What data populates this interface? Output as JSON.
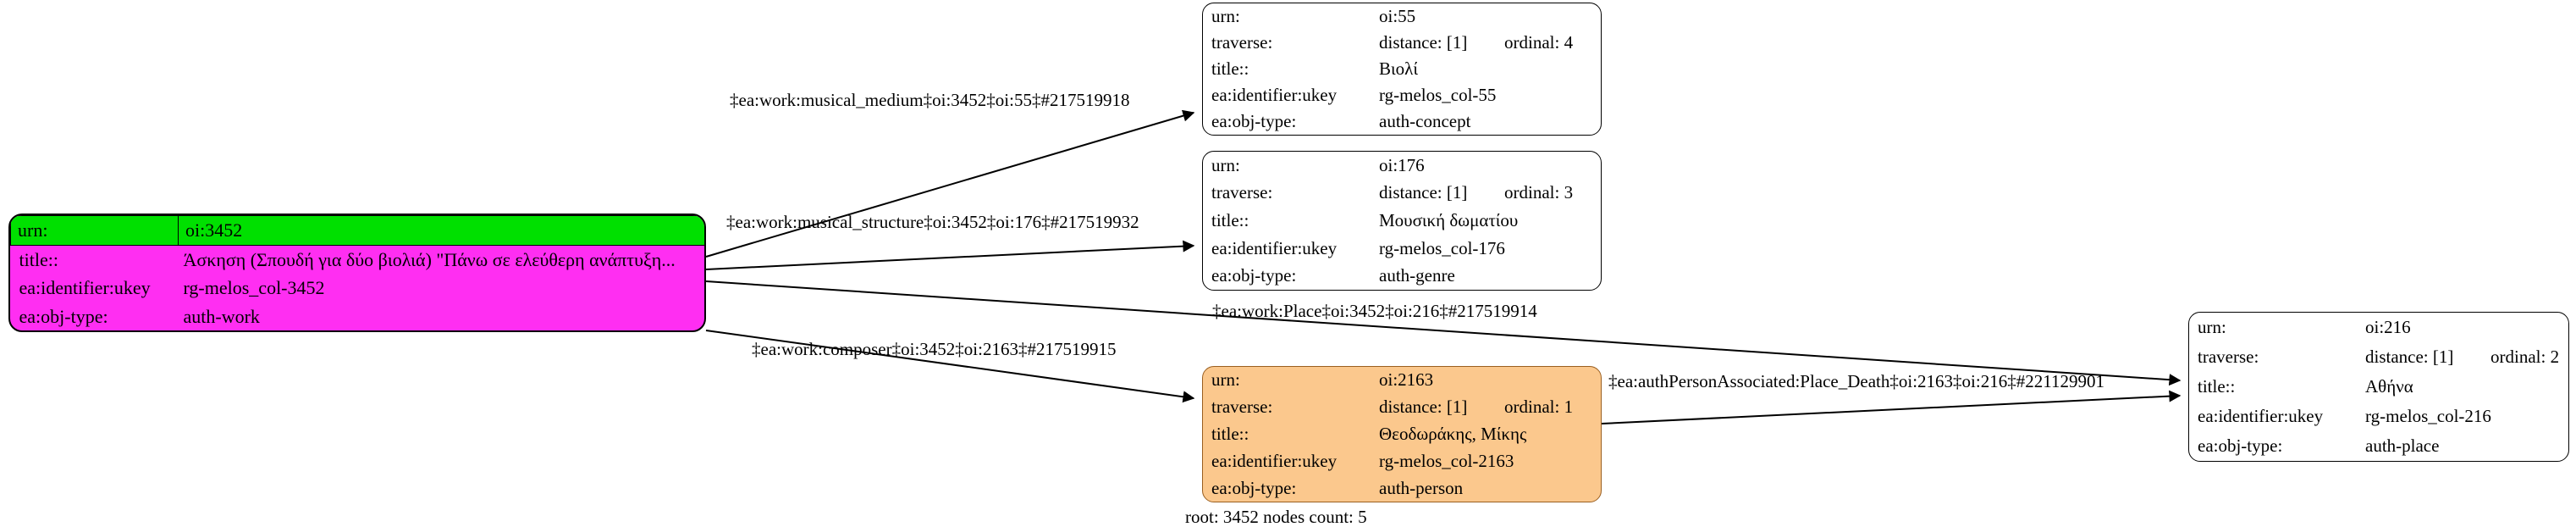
{
  "graph": {
    "footer": "root: 3452 nodes count: 5",
    "colors": {
      "root_fill": "#FF2EF2",
      "root_highlight": "#00E000",
      "person_fill": "#FBC88D",
      "default_fill": "#FFFFFF",
      "stroke": "#000000"
    },
    "field_labels": {
      "urn": "urn:",
      "traverse": "traverse:",
      "title": "title::",
      "ukey": "ea:identifier:ukey",
      "objtype": "ea:obj-type:"
    }
  },
  "nodes": [
    {
      "id": "oi:3452",
      "kind": "root",
      "urn": "oi:3452",
      "traverse": null,
      "title": "Άσκηση (Σπουδή για δύο βιολιά) \"Πάνω σε ελεύθερη  ανάπτυξη...",
      "ukey": "rg-melos_col-3452",
      "objtype": "auth-work"
    },
    {
      "id": "oi:55",
      "kind": "concept",
      "urn": "oi:55",
      "traverse_distance": "distance: [1]",
      "traverse_ordinal": "ordinal: 4",
      "title": "Βιολί",
      "ukey": "rg-melos_col-55",
      "objtype": "auth-concept"
    },
    {
      "id": "oi:176",
      "kind": "genre",
      "urn": "oi:176",
      "traverse_distance": "distance: [1]",
      "traverse_ordinal": "ordinal: 3",
      "title": "Μουσική δωματίου",
      "ukey": "rg-melos_col-176",
      "objtype": "auth-genre"
    },
    {
      "id": "oi:2163",
      "kind": "person",
      "urn": "oi:2163",
      "traverse_distance": "distance: [1]",
      "traverse_ordinal": "ordinal: 1",
      "title": "Θεοδωράκης, Μίκης",
      "ukey": "rg-melos_col-2163",
      "objtype": "auth-person"
    },
    {
      "id": "oi:216",
      "kind": "place",
      "urn": "oi:216",
      "traverse_distance": "distance: [1]",
      "traverse_ordinal": "ordinal: 2",
      "title": "Αθήνα",
      "ukey": "rg-melos_col-216",
      "objtype": "auth-place"
    }
  ],
  "edges": [
    {
      "label": "‡ea:work:musical_medium‡oi:3452‡oi:55‡#217519918",
      "from": "oi:3452",
      "to": "oi:55"
    },
    {
      "label": "‡ea:work:musical_structure‡oi:3452‡oi:176‡#217519932",
      "from": "oi:3452",
      "to": "oi:176"
    },
    {
      "label": "‡ea:work:Place‡oi:3452‡oi:216‡#217519914",
      "from": "oi:3452",
      "to": "oi:216"
    },
    {
      "label": "‡ea:work:composer‡oi:3452‡oi:2163‡#217519915",
      "from": "oi:3452",
      "to": "oi:2163"
    },
    {
      "label": "‡ea:authPersonAssociated:Place_Death‡oi:2163‡oi:216‡#221129901",
      "from": "oi:2163",
      "to": "oi:216"
    }
  ]
}
